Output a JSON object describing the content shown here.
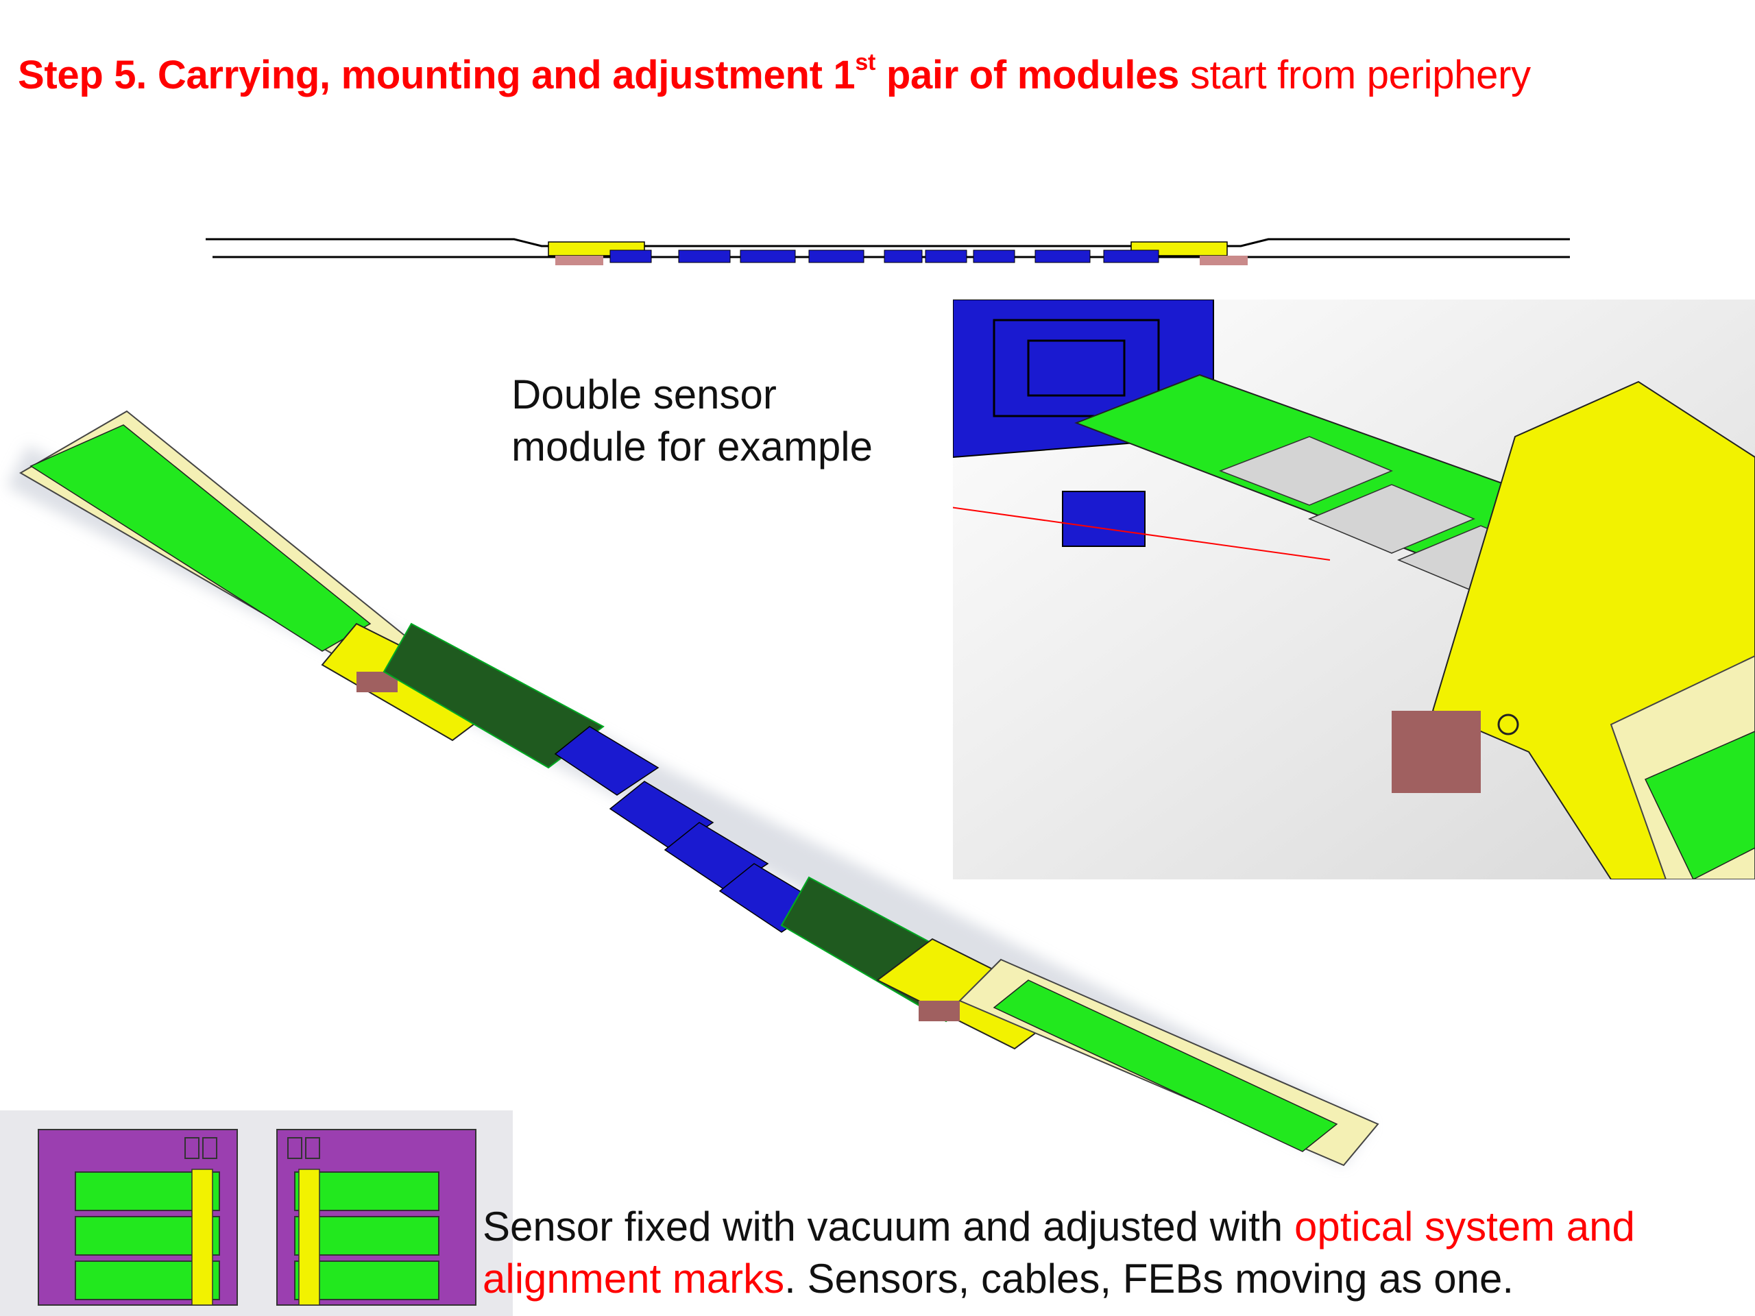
{
  "slide": {
    "title": {
      "bold_part_1": "Step 5. Carrying, mounting and adjustment 1",
      "superscript": "st",
      "bold_part_2": " pair of modules",
      "regular_part": " start from periphery"
    },
    "callout": {
      "line1": "Double sensor",
      "line2": "module for example"
    },
    "footer": {
      "text_1": "Sensor fixed with vacuum and adjusted with ",
      "highlight_1": "optical system and",
      "highlight_2": "alignment marks",
      "text_2": ". Sensors, cables, FEBs moving as one."
    }
  },
  "colors": {
    "title_red": "#ff0000",
    "sensor_green": "#22e81e",
    "frame_yellow": "#f2f200",
    "cable_cream": "#f4f0b4",
    "support_blue": "#1a1ad0",
    "base_purple": "#9b3fb0",
    "brown": "#a06060"
  },
  "icons": [
    "side-view-drawing",
    "isometric-ladder-drawing",
    "zoomed-module-drawing",
    "carrier-jig-drawings"
  ]
}
